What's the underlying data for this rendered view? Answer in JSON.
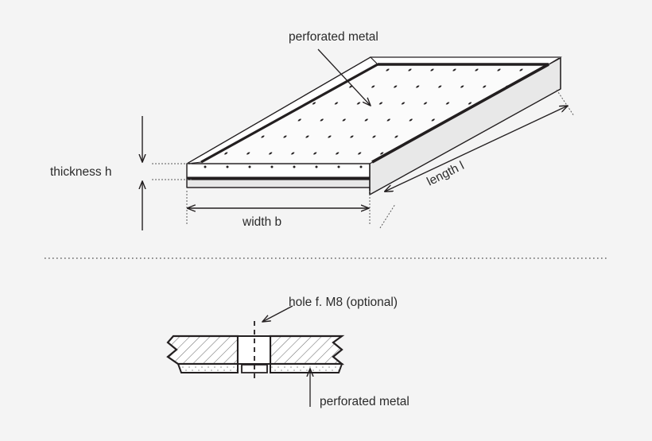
{
  "figure": {
    "background_color": "#f4f4f4",
    "line_color": "#231f20",
    "fill_white": "#ffffff",
    "fill_gray": "#e8e8e8",
    "text_color": "#2b2b2b"
  },
  "top_view": {
    "title_label": "perforated metal",
    "dimensions": {
      "thickness_label": "thickness h",
      "width_label": "width b",
      "length_label": "length l"
    }
  },
  "section_view": {
    "hole_label": "hole f. M8 (optional)",
    "metal_label": "perforated metal"
  }
}
